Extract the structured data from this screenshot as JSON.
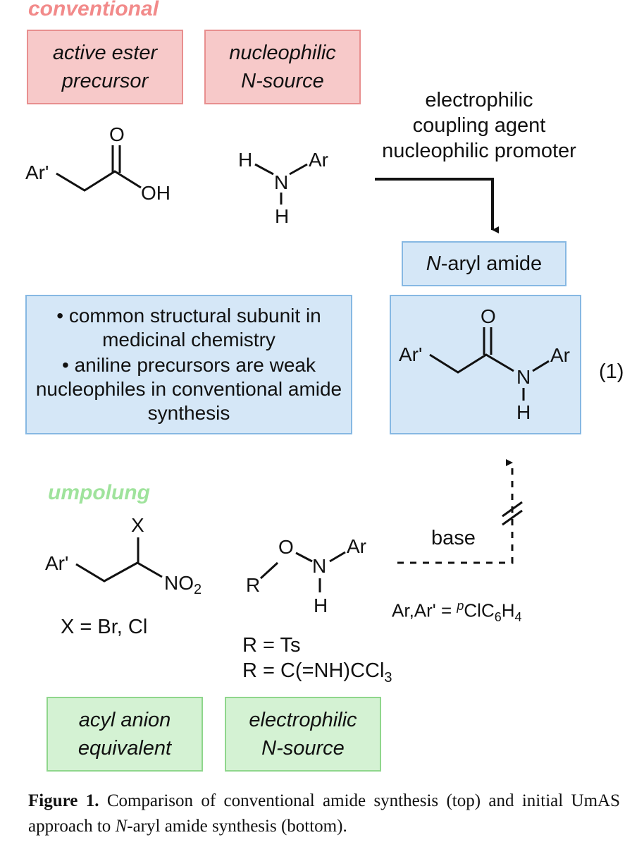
{
  "conventional": {
    "heading": "conventional",
    "heading_color": "#f28a8a",
    "box_active_ester": "active ester\nprecursor",
    "box_nucleophilic": "nucleophilic\nN-source",
    "reagents": "electrophilic\ncoupling agent\nnucleophilic promoter",
    "acid": {
      "ar_prime": "Ar'",
      "oxygen": "O",
      "hydroxyl": "OH"
    },
    "amine": {
      "h_left": "H",
      "ar": "Ar",
      "n": "N",
      "h_bottom": "H"
    }
  },
  "product": {
    "label": "N-aryl amide",
    "label_italic": "N",
    "label_rest": "-aryl amide",
    "ar_prime": "Ar'",
    "oxygen": "O",
    "ar": "Ar",
    "n": "N",
    "h": "H",
    "equation_number": "(1)"
  },
  "info_box": {
    "bullet_1": "• common structural subunit in medicinal chemistry",
    "bullet_2": "• aniline precursors are weak nucleophiles in conventional amide synthesis"
  },
  "umpolung": {
    "heading": "umpolung",
    "heading_color": "#9fe39c",
    "nitro": {
      "ar_prime": "Ar'",
      "x": "X",
      "no2_main": "NO",
      "no2_sub": "2"
    },
    "x_def": "X = Br, Cl",
    "hydroxylamine": {
      "r": "R",
      "o": "O",
      "n": "N",
      "ar": "Ar",
      "h": "H"
    },
    "r_def_1": "R = Ts",
    "r_def_2_main": "R = C(=NH)CCl",
    "r_def_2_sub": "3",
    "base_label": "base",
    "ar_def_main": "Ar,Ar' = ",
    "ar_def_sup": "p",
    "ar_def_clc": "ClC",
    "ar_def_sub1": "6",
    "ar_def_h": "H",
    "ar_def_sub2": "4",
    "box_acyl_anion": "acyl anion\nequivalent",
    "box_electrophilic": "electrophilic\nN-source"
  },
  "caption": {
    "label": "Figure 1.",
    "text_1": " Comparison of conventional amide synthesis (top) and initial UmAS approach to ",
    "text_italic": "N",
    "text_2": "-aryl amide synthesis (bottom)."
  },
  "colors": {
    "red_fill": "#f7c9c9",
    "blue_fill": "#d5e7f7",
    "green_fill": "#d4f2d3"
  }
}
